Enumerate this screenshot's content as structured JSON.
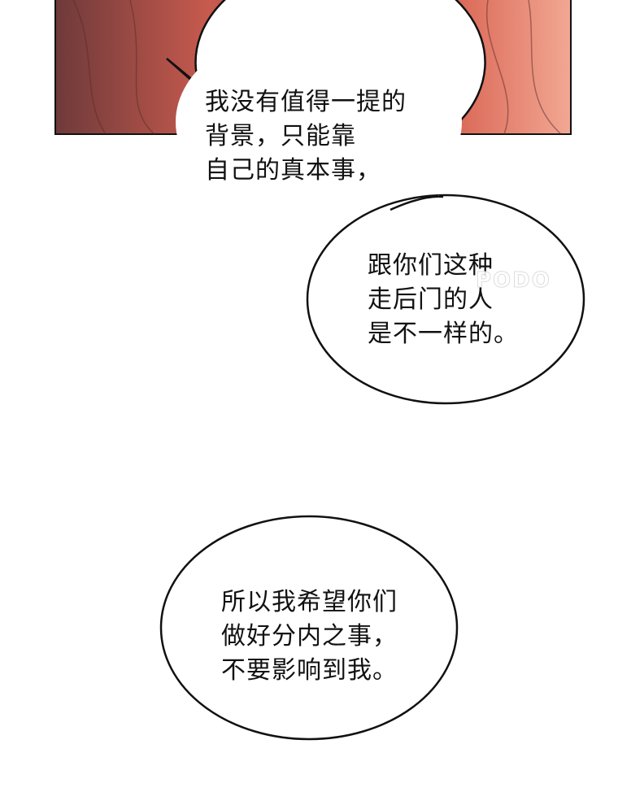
{
  "bubbles": [
    {
      "lines": [
        "我没有值得一提的",
        "背景，只能靠",
        "自己的真本事，"
      ]
    },
    {
      "lines": [
        "跟你们这种",
        "走后门的人",
        "是不一样的。"
      ]
    },
    {
      "lines": [
        "所以我希望你们",
        "做好分内之事，",
        "不要影响到我。"
      ]
    }
  ],
  "watermark": "PODO",
  "colors": {
    "panel_dark": "#7a3a3a",
    "panel_mid": "#c9574c",
    "panel_light": "#f0a08f",
    "ink": "#111111"
  }
}
